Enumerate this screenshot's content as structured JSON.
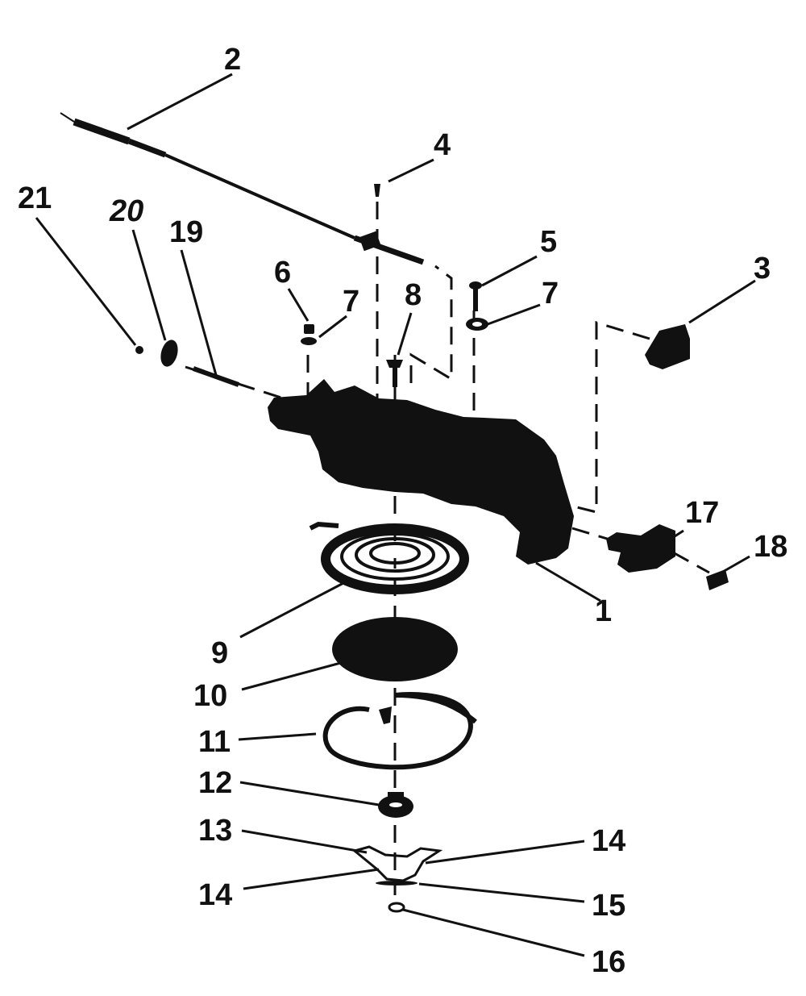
{
  "diagram": {
    "colors": {
      "ink": "#111111",
      "paper": "#ffffff"
    },
    "callouts": {
      "n1": "1",
      "n2": "2",
      "n3": "3",
      "n4": "4",
      "n5": "5",
      "n6": "6",
      "n7a": "7",
      "n7b": "7",
      "n8": "8",
      "n9": "9",
      "n10": "10",
      "n11": "11",
      "n12": "12",
      "n13": "13",
      "n14a": "14",
      "n14b": "14",
      "n15": "15",
      "n16": "16",
      "n17": "17",
      "n18": "18",
      "n19": "19",
      "n20": "20",
      "n21": "21"
    }
  }
}
